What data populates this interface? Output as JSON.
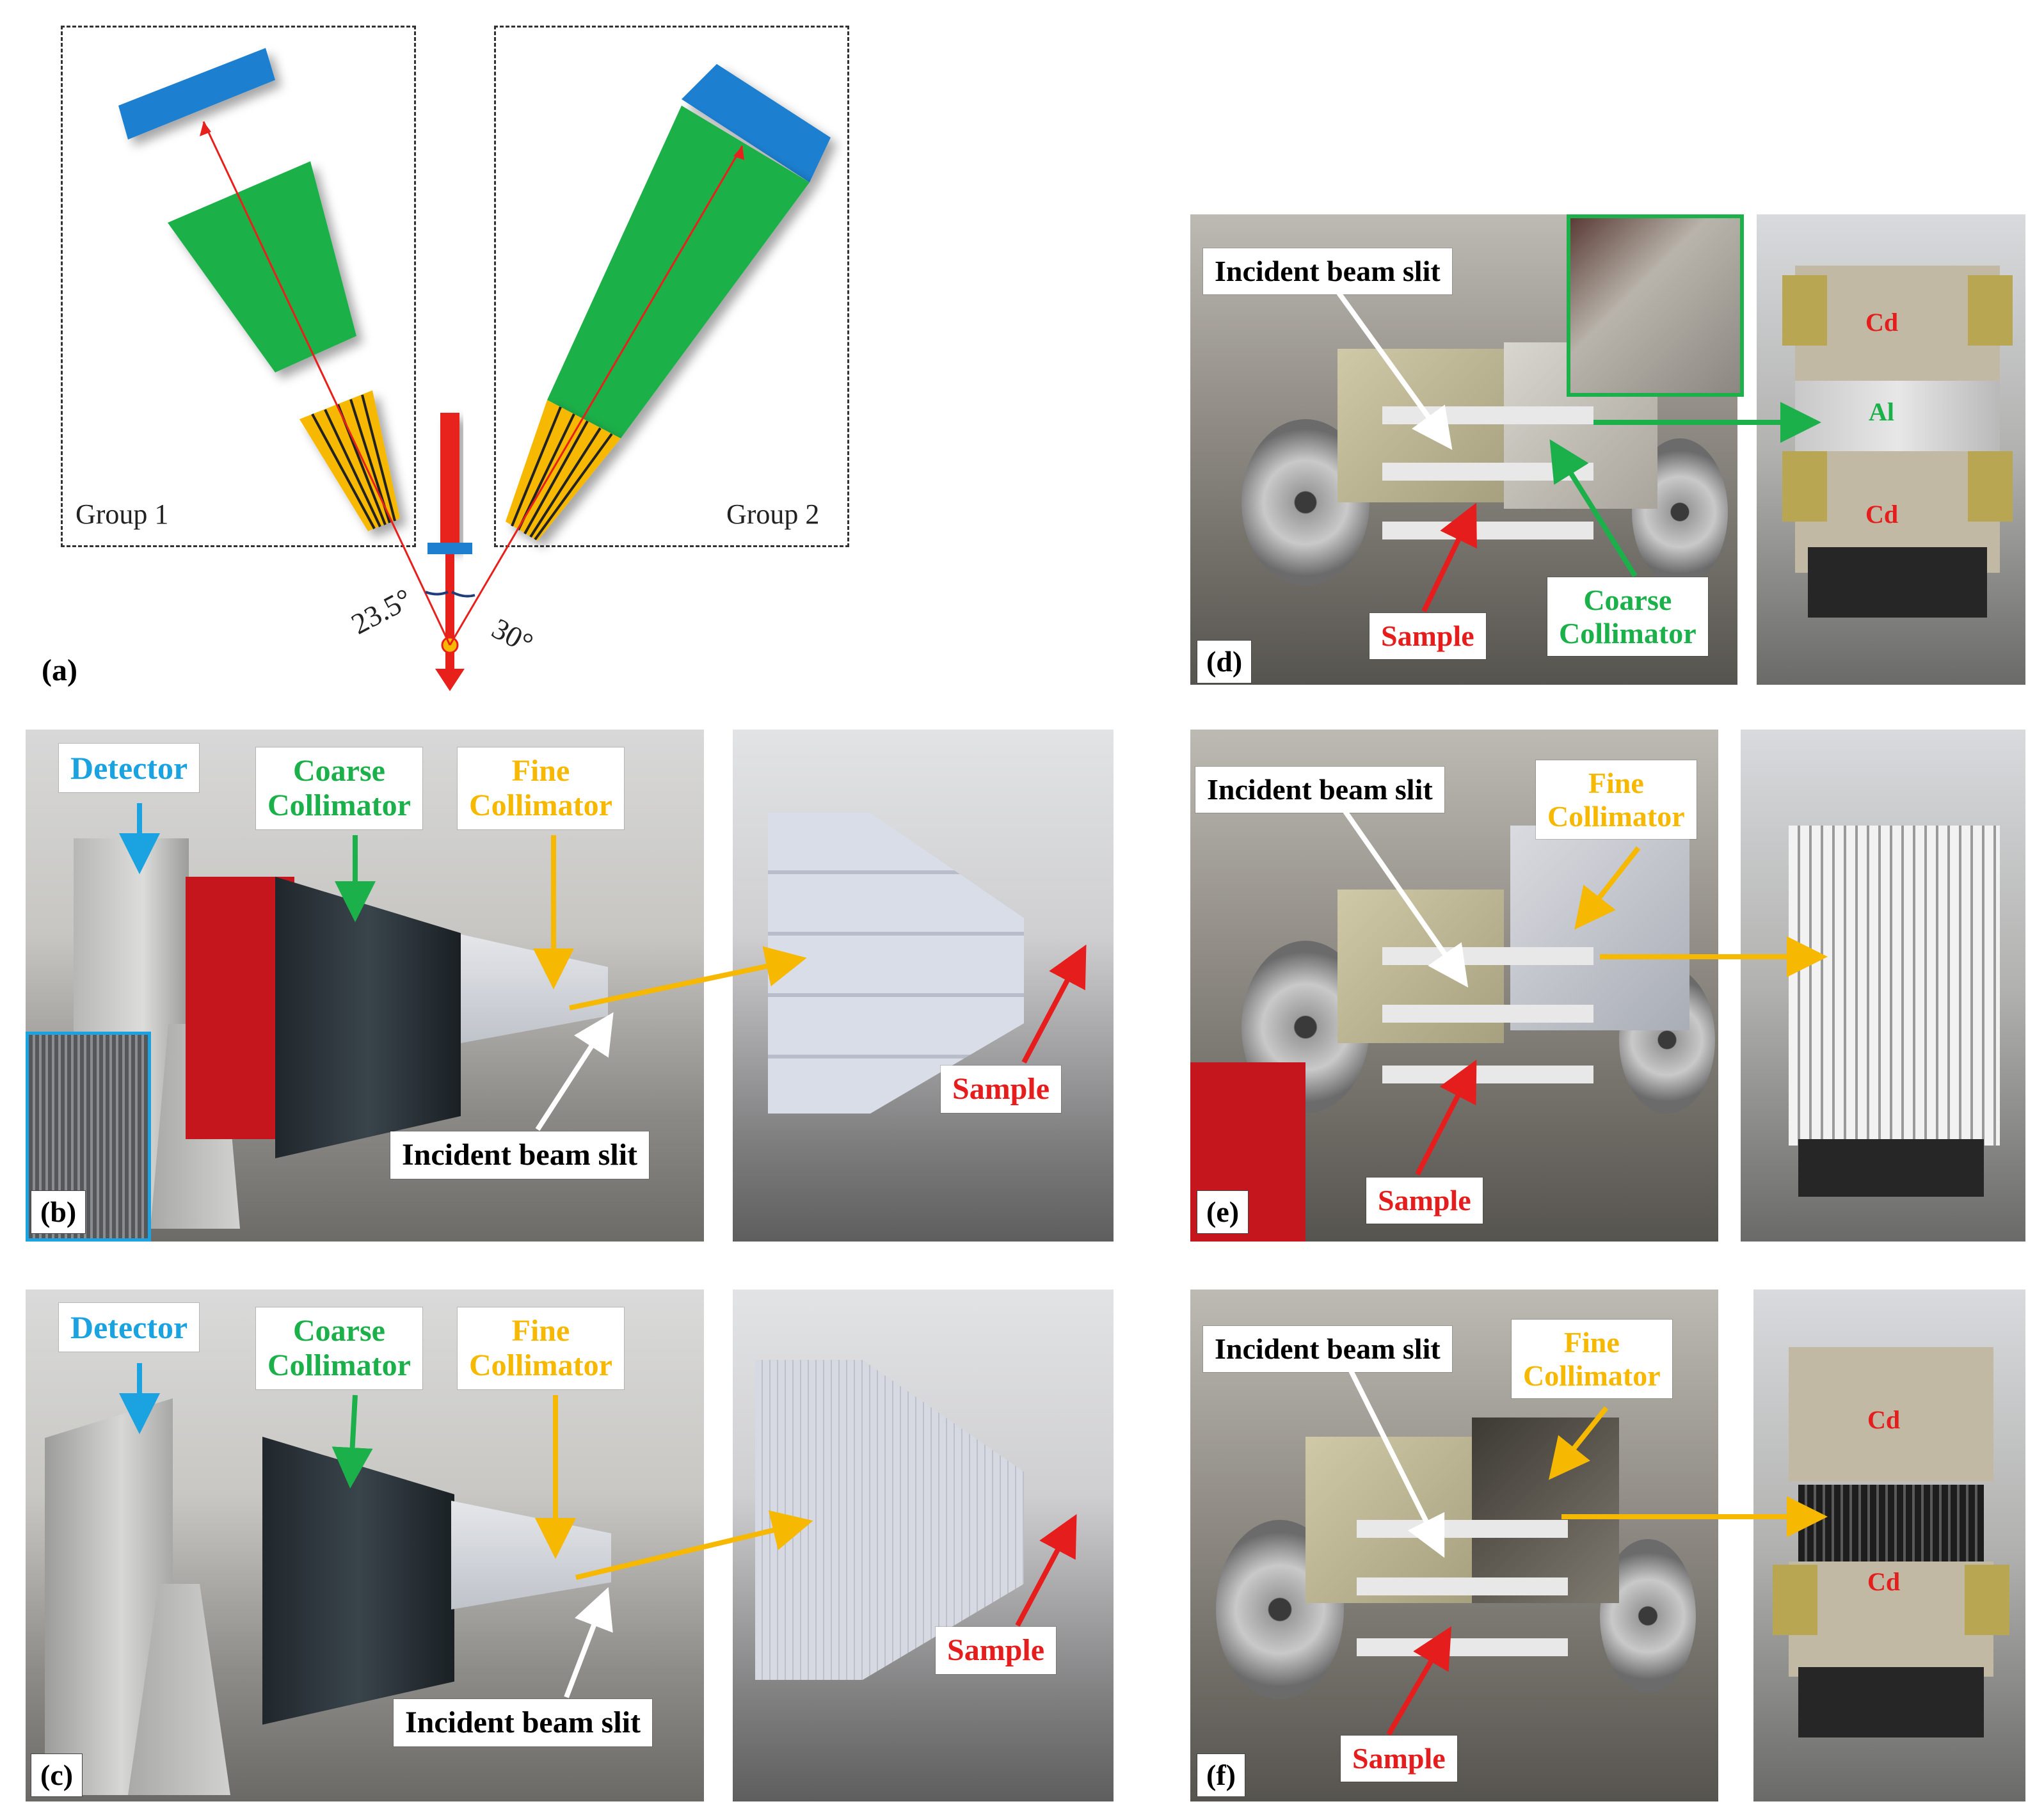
{
  "panel_a": {
    "label": "(a)",
    "group1": "Group 1",
    "group2": "Group 2",
    "angle_left": "23.5°",
    "angle_right": "30°"
  },
  "panel_b": {
    "label": "(b)",
    "detector": "Detector",
    "coarse_collimator": "Coarse\nCollimator",
    "fine_collimator": "Fine\nCollimator",
    "incident_beam_slit": "Incident beam slit",
    "sample": "Sample"
  },
  "panel_c": {
    "label": "(c)",
    "detector": "Detector",
    "coarse_collimator": "Coarse\nCollimator",
    "fine_collimator": "Fine\nCollimator",
    "incident_beam_slit": "Incident beam slit",
    "sample": "Sample"
  },
  "panel_d": {
    "label": "(d)",
    "incident_beam_slit": "Incident beam slit",
    "sample": "Sample",
    "coarse_collimator": "Coarse\nCollimator",
    "cd_top": "Cd",
    "al": "Al",
    "cd_bottom": "Cd"
  },
  "panel_e": {
    "label": "(e)",
    "incident_beam_slit": "Incident beam slit",
    "fine_collimator": "Fine\nCollimator",
    "sample": "Sample"
  },
  "panel_f": {
    "label": "(f)",
    "incident_beam_slit": "Incident beam slit",
    "fine_collimator": "Fine\nCollimator",
    "sample": "Sample",
    "cd_top": "Cd",
    "cd_bottom": "Cd"
  },
  "colors": {
    "detector_blue": "#1aa3e0",
    "collimator_green": "#1bb04a",
    "fine_yellow": "#f6b800",
    "sample_red": "#e51d1d",
    "beam_red": "#e8201c"
  }
}
